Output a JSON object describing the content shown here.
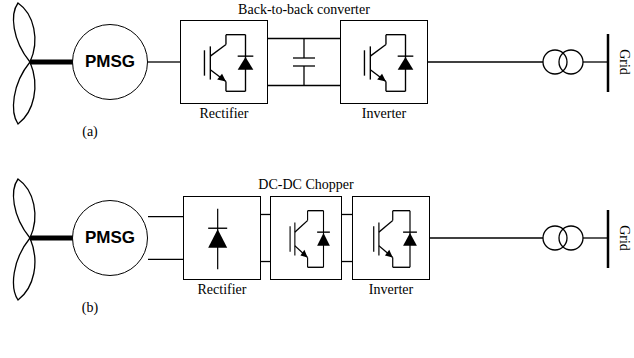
{
  "diagram": {
    "nodes": [
      {
        "text": [
          "PMSG"
        ]
      },
      {
        "text": [
          "Rectifier"
        ]
      },
      {
        "text": [
          "Inverter"
        ]
      },
      {
        "text": [
          "PMSG"
        ]
      },
      {
        "text": [
          "Rectifier"
        ]
      },
      {
        "text": [
          "DC-DC Chopper"
        ]
      },
      {
        "text": [
          "Inverter"
        ]
      }
    ],
    "edges": [
      {
        "from": 0,
        "to": 1,
        "arrow": "none"
      },
      {
        "from": 1,
        "to": 2,
        "arrow": "none"
      },
      {
        "from": 3,
        "to": 4,
        "arrow": "none"
      },
      {
        "from": 4,
        "to": 5,
        "arrow": "none"
      },
      {
        "from": 5,
        "to": 6,
        "arrow": "none"
      }
    ],
    "labels": [
      "Back-to-back converter",
      "(a)",
      "Grid",
      "(b)",
      "Grid"
    ]
  }
}
